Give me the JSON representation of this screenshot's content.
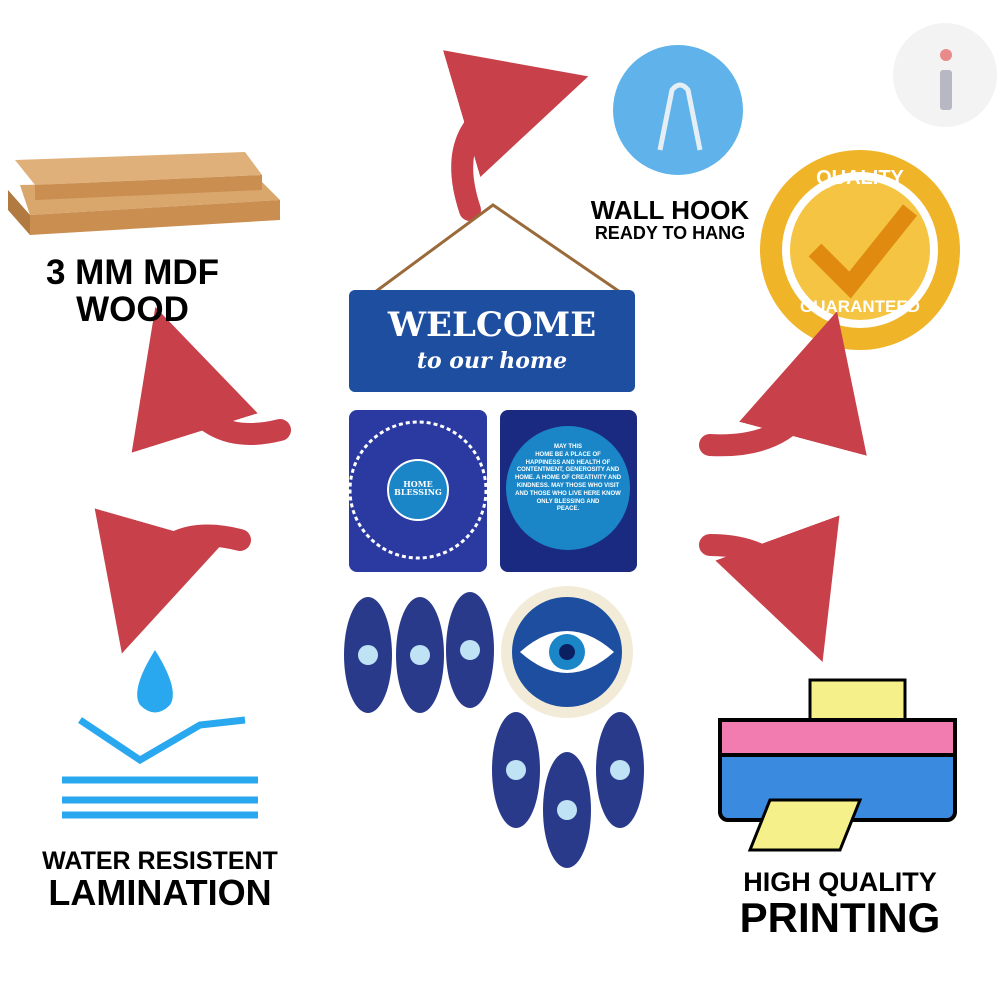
{
  "features": {
    "mdf": {
      "line1": "3 MM MDF",
      "line2": "WOOD"
    },
    "hook": {
      "line1": "WALL HOOK",
      "line2": "READY TO HANG"
    },
    "quality": {
      "top": "QUALITY",
      "bottom": "GUARANTEED"
    },
    "water": {
      "line1": "WATER RESISTENT",
      "line2": "LAMINATION"
    },
    "printing": {
      "line1": "HIGH QUALITY",
      "line2": "PRINTING"
    }
  },
  "product": {
    "sign_title": "WELCOME",
    "sign_subtitle": "to our home",
    "left_panel": {
      "line1": "HOME",
      "line2": "BLESSING"
    },
    "right_panel_lines": [
      "MAY THIS",
      "HOME BE A PLACE OF",
      "HAPPINESS AND HEALTH OF",
      "CONTENTMENT, GENEROSITY AND",
      "HOME. A HOME OF CREATIVITY AND",
      "KINDNESS. MAY THOSE WHO VISIT",
      "AND THOSE WHO LIVE HERE KNOW",
      "ONLY BLESSING AND",
      "PEACE."
    ]
  },
  "colors": {
    "arrow": "#c8404a",
    "navy": "#1e3f8f",
    "blue": "#1a86c7"
  }
}
